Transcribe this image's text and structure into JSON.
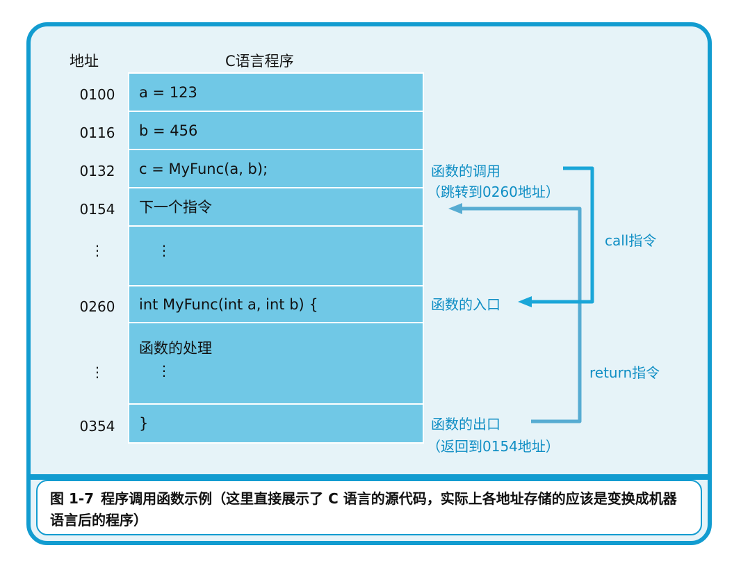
{
  "headers": {
    "address": "地址",
    "program": "C语言程序"
  },
  "rows": {
    "r1": {
      "address": "0100",
      "code": "a = 123"
    },
    "r2": {
      "address": "0116",
      "code": "b = 456"
    },
    "r3": {
      "address": "0132",
      "code": "c = MyFunc(a, b);"
    },
    "r4": {
      "address": "0154",
      "code": "下一个指令"
    },
    "r5": {
      "address": "⋮",
      "code": "⋮"
    },
    "r6": {
      "address": "0260",
      "code": "int MyFunc(int a, int b) {"
    },
    "r7": {
      "address": "⋮",
      "code": "函数的处理",
      "code2": "⋮"
    },
    "r8": {
      "address": "0354",
      "code": "}"
    }
  },
  "annotations": {
    "call_line1": "函数的调用",
    "call_line2": "（跳转到0260地址）",
    "entry": "函数的入口",
    "exit": "函数的出口",
    "return_line2": "（返回到0154地址）",
    "call_instruction": "call指令",
    "return_instruction": "return指令"
  },
  "caption": {
    "figure": "图 1-7",
    "text": "程序调用函数示例（这里直接展示了 C 语言的源代码，实际上各地址存储的应该是变换成机器语言后的程序）"
  },
  "colors": {
    "frame": "#129cd0",
    "cell": "#70c8e6",
    "background": "#e6f3f8",
    "label": "#0f8ec4",
    "arrow": "#1aa6d8",
    "arrow_gray": "#57acd2"
  }
}
